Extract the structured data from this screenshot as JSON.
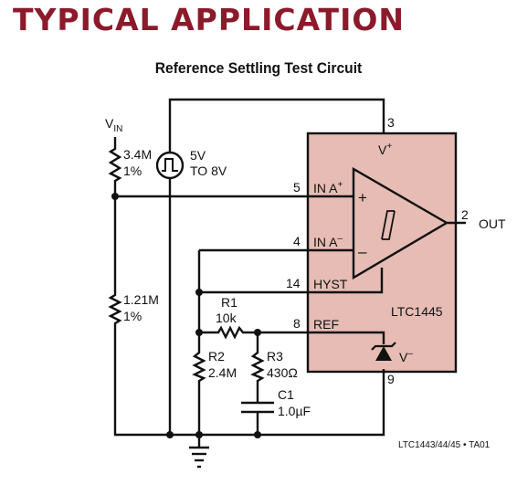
{
  "header": {
    "title": "TYPICAL APPLICATION"
  },
  "figure": {
    "title": "Reference Settling Test Circuit",
    "footer_ref": "LTC1443/44/45 • TA01"
  },
  "supply": {
    "label": "V",
    "sub": "IN"
  },
  "source": {
    "line1": "5V",
    "line2": "TO 8V"
  },
  "resistors": {
    "top": {
      "value": "3.4M",
      "tol": "1%"
    },
    "mid": {
      "value": "1.21M",
      "tol": "1%"
    },
    "r1": {
      "name": "R1",
      "value": "10k"
    },
    "r2": {
      "name": "R2",
      "value": "2.4M"
    },
    "r3": {
      "name": "R3",
      "value": "430Ω"
    }
  },
  "capacitor": {
    "name": "C1",
    "value": "1.0µF"
  },
  "chip": {
    "name": "LTC1445",
    "vplus": "V",
    "vplus_sup": "+",
    "vminus": "V",
    "vminus_sup": "–",
    "pins": {
      "in_a_plus": {
        "num": "5",
        "label": "IN A",
        "sup": "+"
      },
      "in_a_minus": {
        "num": "4",
        "label": "IN A",
        "sup": "–"
      },
      "hyst": {
        "num": "14",
        "label": "HYST"
      },
      "ref": {
        "num": "8",
        "label": "REF"
      },
      "vplus_pin": "3",
      "vminus_pin": "9",
      "out_pin": "2"
    },
    "comparator": {
      "plus": "+",
      "minus": "–"
    },
    "output_label": "OUT"
  },
  "colors": {
    "title": "#8b1a2b",
    "chip_fill": "#e6bcb4"
  }
}
